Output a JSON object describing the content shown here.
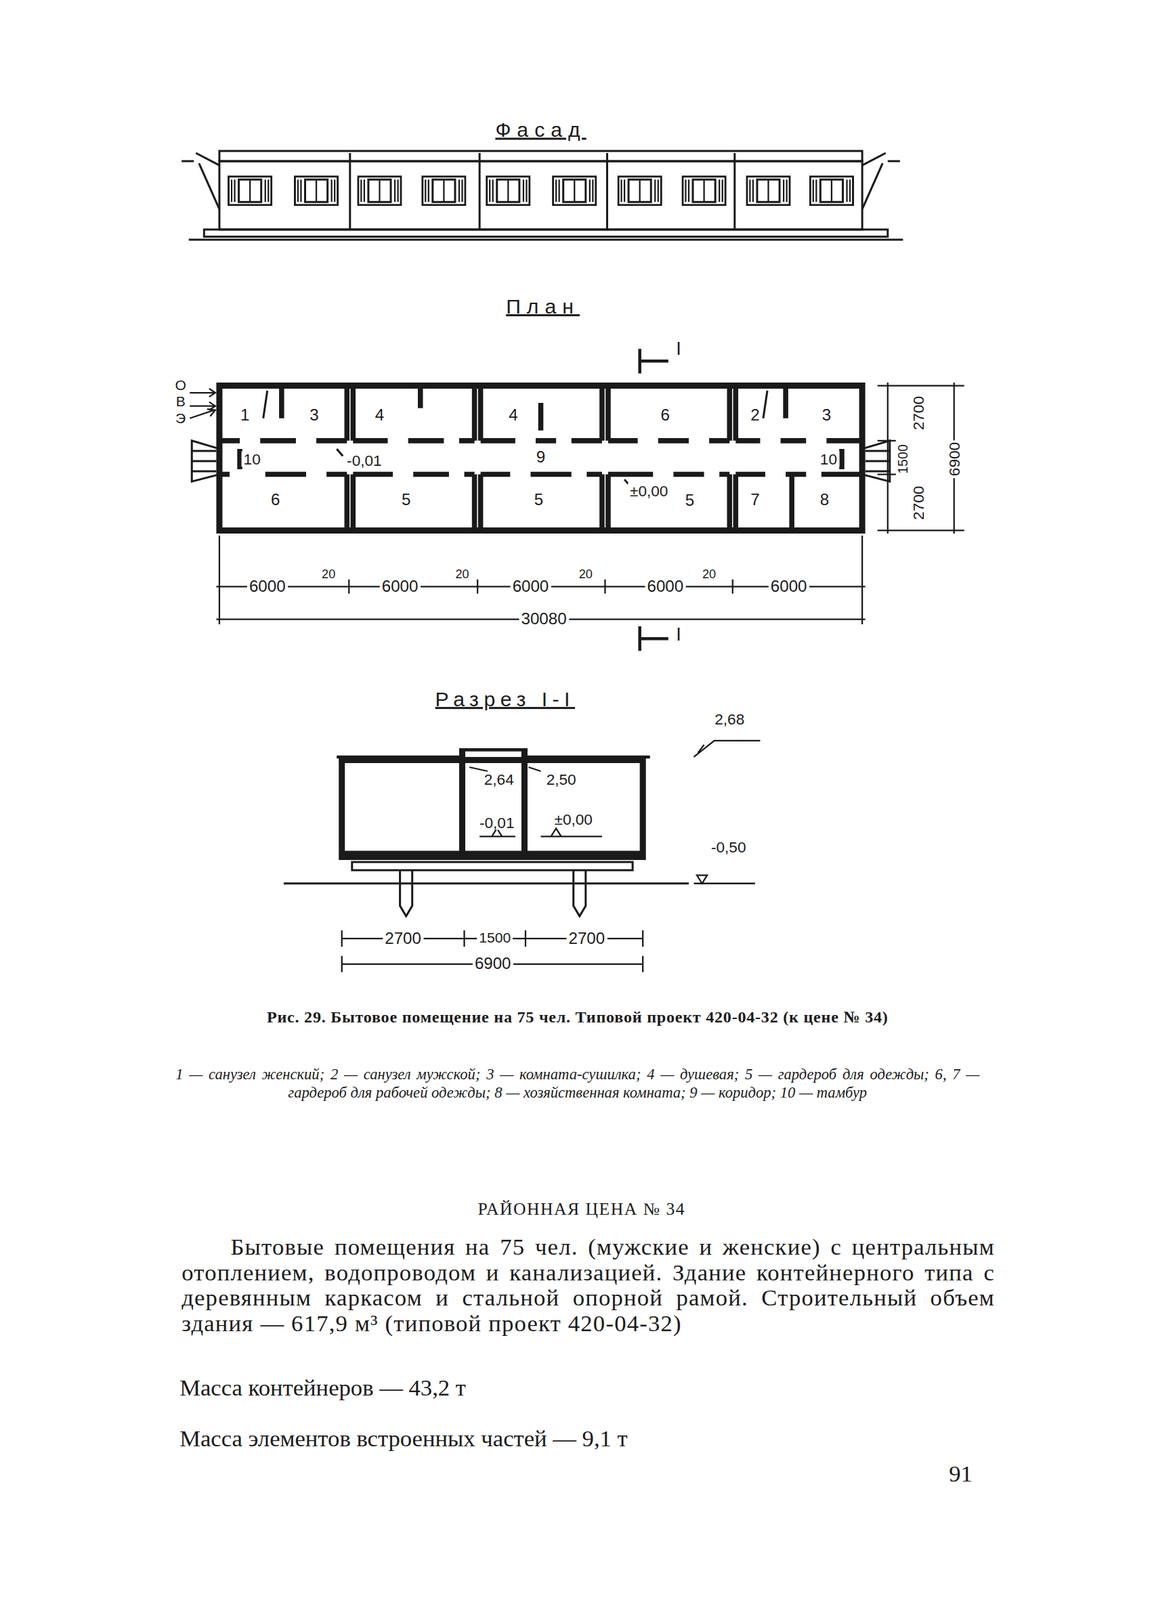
{
  "diagram": {
    "caption": "Рис. 29. Бытовое помещение на 75 чел. Типовой проект 420-04-32 (к цене № 34)",
    "labels": [
      "Фасад",
      "План",
      "Разрез I-I",
      "О",
      "В",
      "Э",
      "1",
      "3",
      "4",
      "4",
      "6",
      "2",
      "3",
      "10",
      "-0,01",
      "9",
      "10",
      "6",
      "5",
      "5",
      "±0,00",
      "5",
      "7",
      "8",
      "6000",
      "20",
      "6000",
      "20",
      "6000",
      "20",
      "6000",
      "20",
      "6000",
      "30080",
      "2700",
      "1500",
      "2700",
      "6900",
      "I",
      "I",
      "2,68",
      "2,64",
      "2,50",
      "-0,01",
      "±0,00",
      "-0,50",
      "2700",
      "1500",
      "2700",
      "6900",
      "1 — санузел женский; 2 — санузел мужской; 3 — комната-сушилка; 4 — душевая; 5 — гардероб для одежды; 6, 7 — гардероб для рабочей одежды; 8 — хозяйственная комната; 9 — коридор; 10 — тамбур",
      "РАЙОННАЯ ЦЕНА № 34",
      "Бытовые помещения на 75 чел. (мужские и женские) с центральным отоплением, водопроводом и канализацией. Здание контейнерного типа с деревянным каркасом и стальной опорной рамой. Строительный объем здания — 617,9 м³ (типовой проект 420-04-32)",
      "Масса контейнеров — 43,2 т",
      "Масса элементов встроенных частей — 9,1 т",
      "91"
    ]
  }
}
